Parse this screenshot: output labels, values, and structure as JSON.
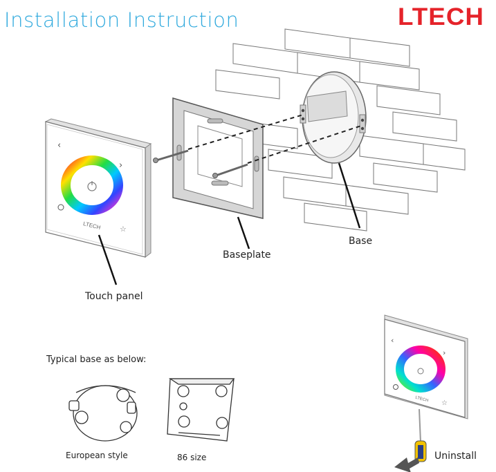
{
  "header": {
    "title": "Installation Instruction",
    "brand": "LTECH"
  },
  "labels": {
    "touch_panel": "Touch panel",
    "baseplate": "Baseplate",
    "base": "Base",
    "typical_base": "Typical base as below:",
    "european_style": "European style",
    "size_86": "86 size",
    "uninstall": "Uninstall"
  },
  "panel": {
    "brand": "LTECH"
  },
  "colors": {
    "title": "#2fa9dd",
    "brand": "#e5232a"
  }
}
